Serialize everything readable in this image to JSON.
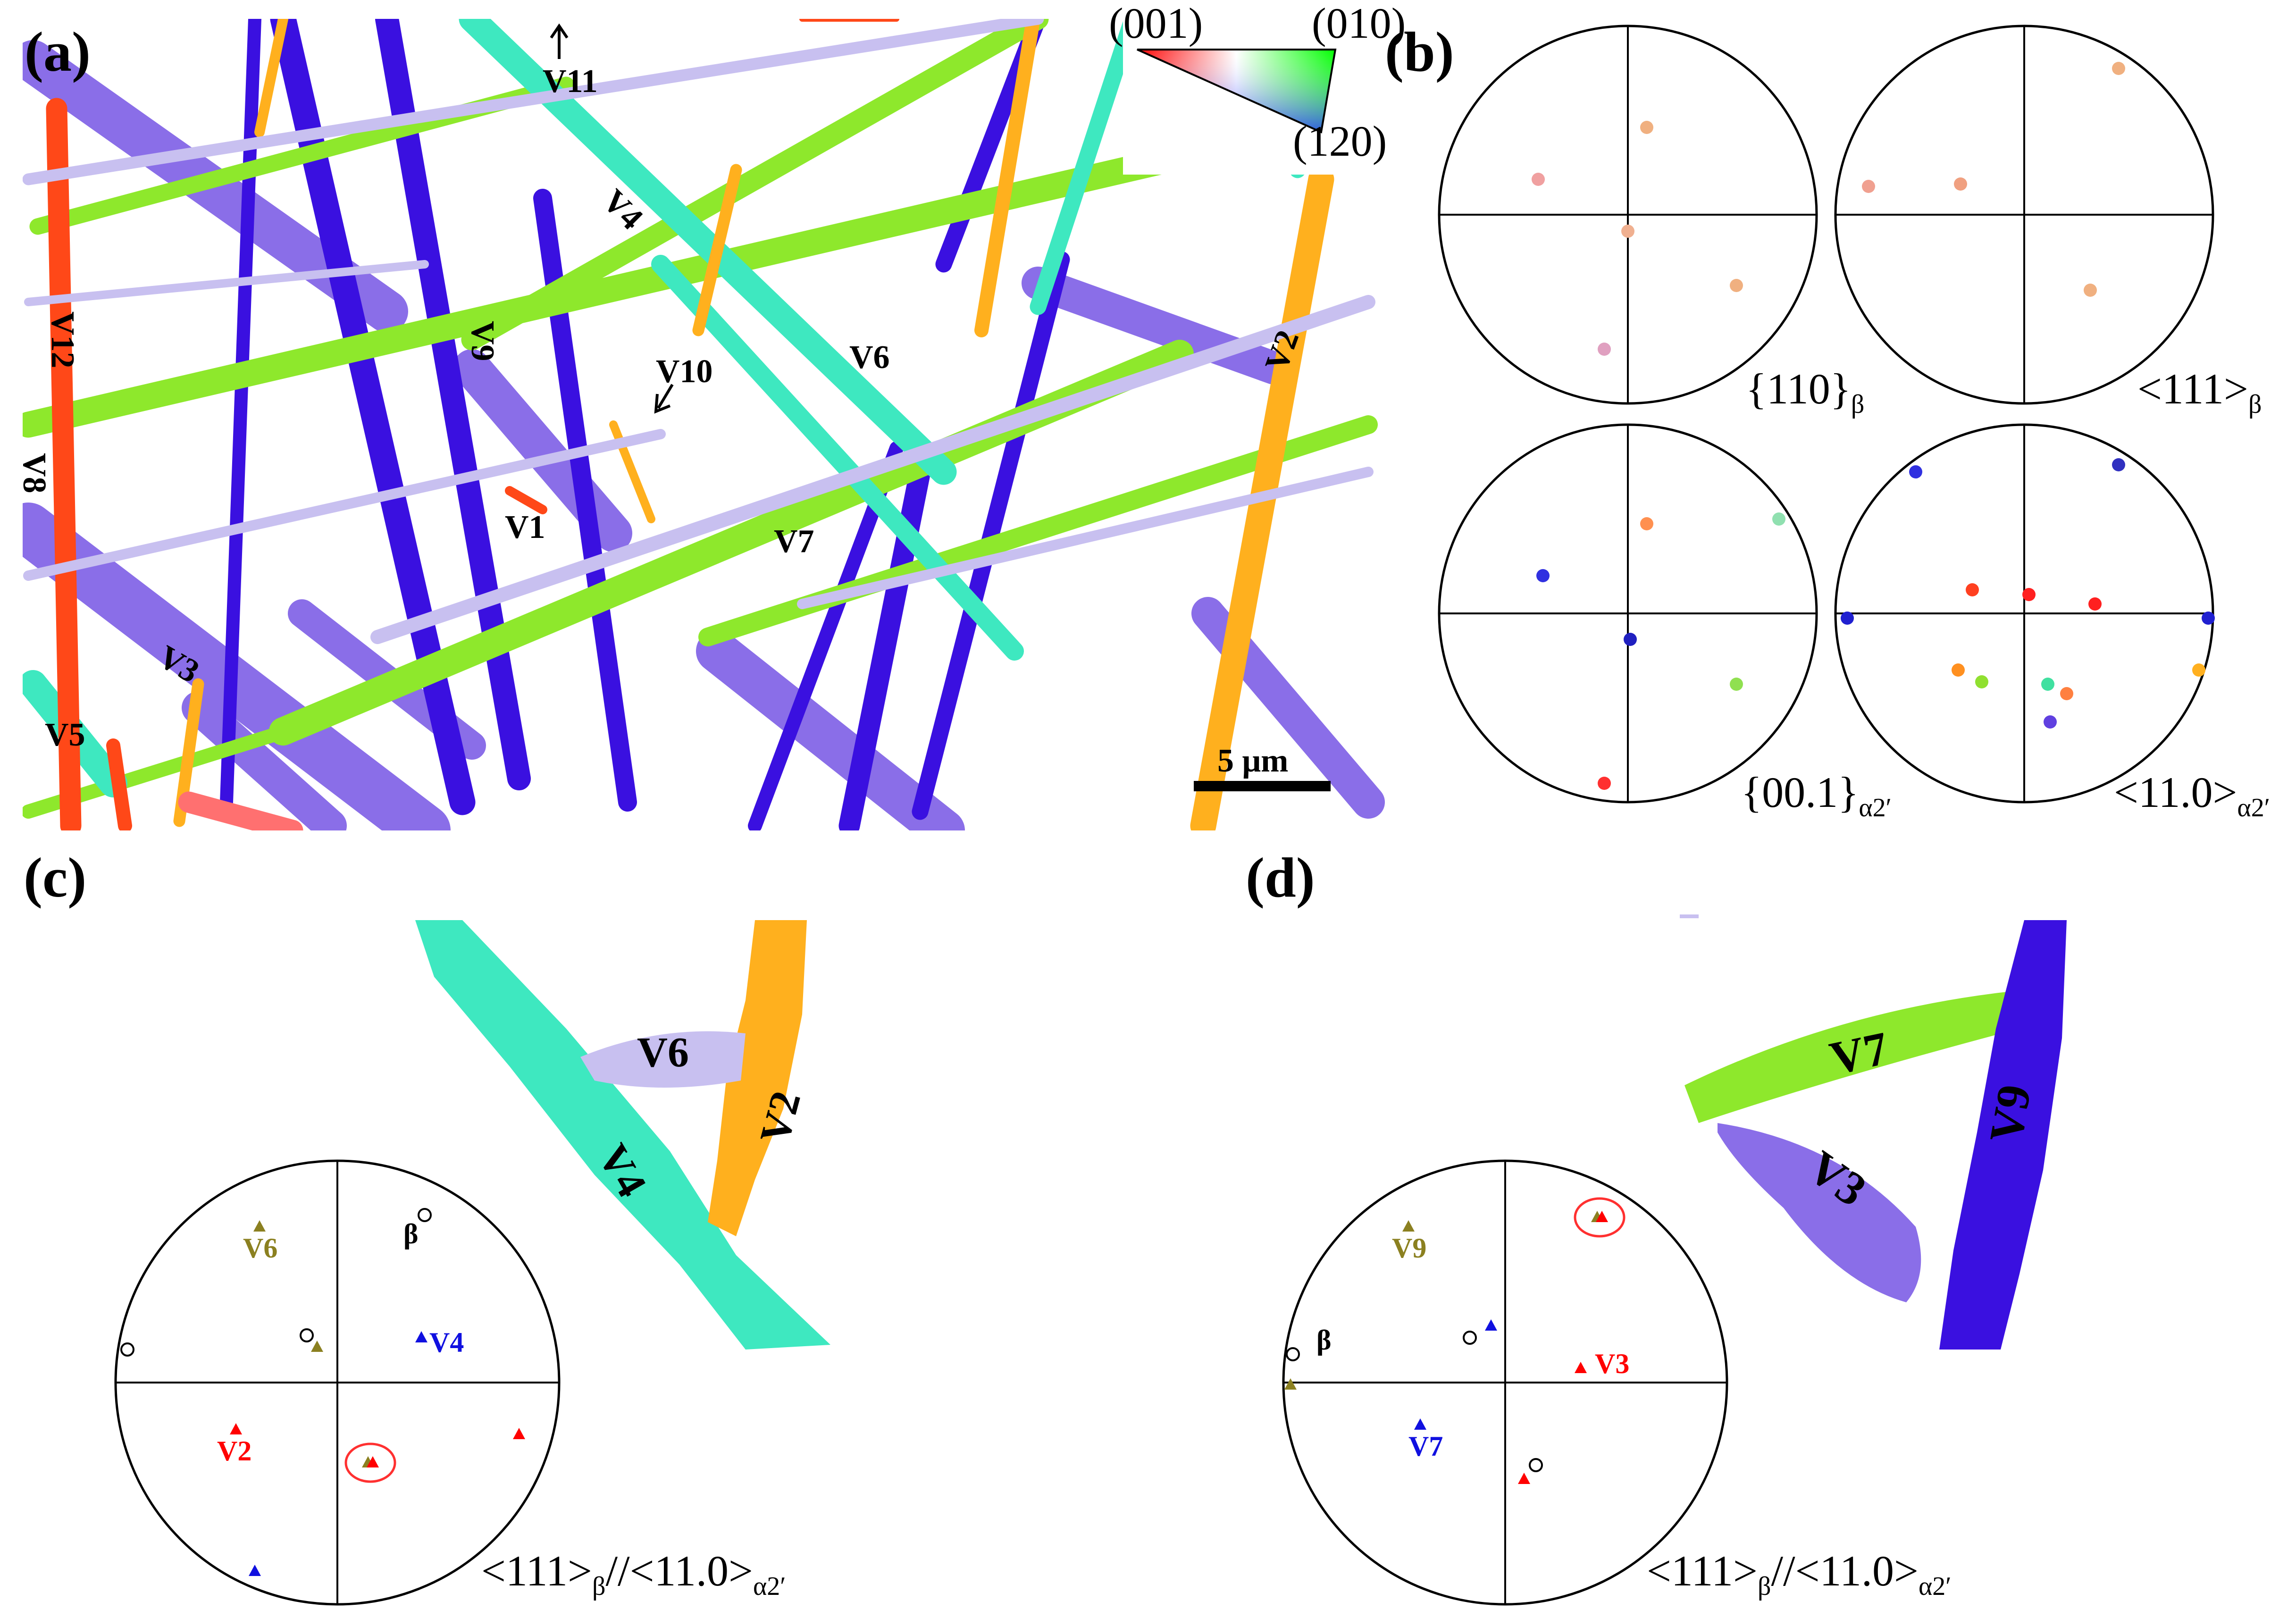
{
  "figure": {
    "panel_a": {
      "label": "(a)",
      "scale_bar": "5 μm",
      "colour_key": {
        "corner_001": "(001)",
        "corner_010": "(010)",
        "corner_120": "(120)"
      },
      "variants": [
        "V11",
        "V4",
        "V12",
        "V9",
        "V10",
        "V6",
        "V2",
        "V8",
        "V1",
        "V7",
        "V3",
        "V5"
      ]
    },
    "panel_b": {
      "label": "(b)",
      "pole_figures": [
        {
          "text": "{110}",
          "sub": "β"
        },
        {
          "text": "<111>",
          "sub": "β"
        },
        {
          "text": "{00.1}",
          "sub": "α2′"
        },
        {
          "text": "<11.0>",
          "sub": "α2′"
        }
      ]
    },
    "panel_c": {
      "label": "(c)",
      "map_variants": [
        "V6",
        "V4",
        "V2"
      ],
      "pole_labels": {
        "v6": "V6",
        "beta": "β",
        "v4": "V4",
        "v2": "V2"
      },
      "caption": {
        "a": "<111>",
        "a_sub": "β",
        "mid": "//<11.0>",
        "b_sub": "α2′"
      }
    },
    "panel_d": {
      "label": "(d)",
      "map_variants": [
        "V7",
        "V3",
        "V9"
      ],
      "pole_labels": {
        "v9": "V9",
        "beta": "β",
        "v3": "V3",
        "v7": "V7"
      },
      "caption": {
        "a": "<111>",
        "a_sub": "β",
        "mid": "//<11.0>",
        "b_sub": "α2′"
      }
    },
    "colors": {
      "blue_violet": "#3a10e0",
      "violet": "#8a6ee8",
      "lavender": "#c8c0f0",
      "green": "#8ee82c",
      "cyan": "#3ee8c0",
      "orange": "#ffb01e",
      "red": "#ff4818",
      "olive": "#8b8020",
      "marker_red": "#ff0000",
      "marker_blue": "#1010e0"
    }
  }
}
